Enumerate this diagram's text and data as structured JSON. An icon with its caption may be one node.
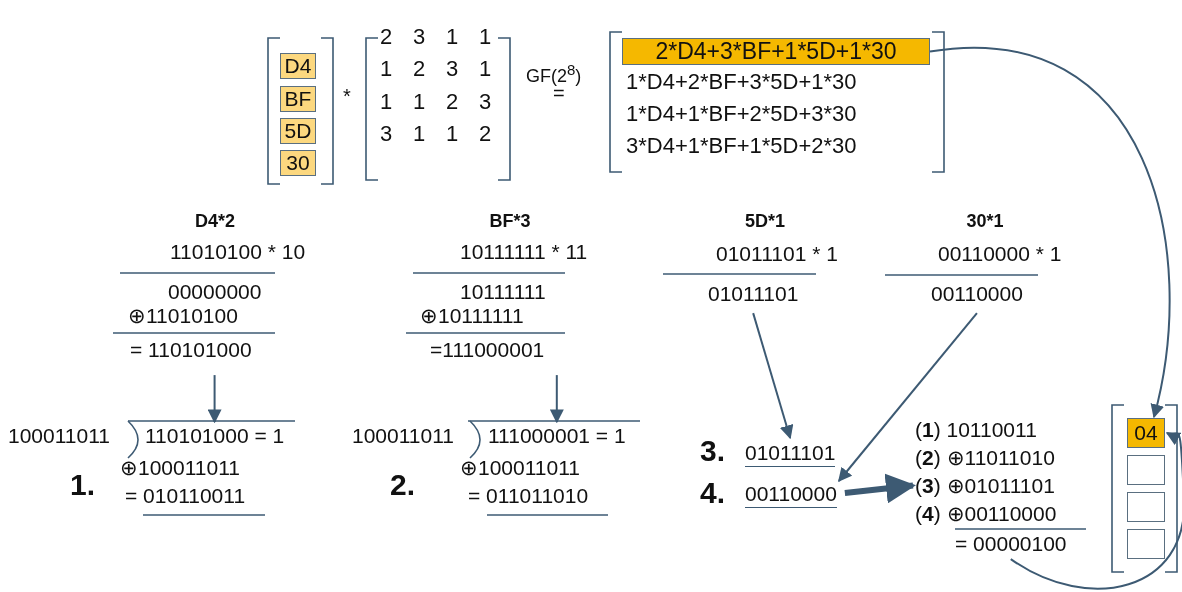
{
  "diagram": {
    "nodes": [
      {
        "text": [
          "D4"
        ]
      },
      {
        "text": [
          "BF"
        ]
      },
      {
        "text": [
          "5D"
        ]
      },
      {
        "text": [
          "30"
        ]
      },
      {
        "text": [
          "2*D4+3*BF+1*5D+1*30"
        ]
      },
      {
        "text": [
          "= 110101000"
        ]
      },
      {
        "text": [
          "110101000 = 1"
        ]
      },
      {
        "text": [
          "=111000001"
        ]
      },
      {
        "text": [
          "111000001 = 1"
        ]
      },
      {
        "text": [
          "01011101"
        ]
      },
      {
        "text": [
          "01011101"
        ]
      },
      {
        "text": [
          "00110000"
        ]
      },
      {
        "text": [
          "00110000"
        ]
      },
      {
        "text": [
          "(**3**) ⊕01011101"
        ]
      },
      {
        "text": [
          "= 00000100"
        ]
      },
      {
        "text": [
          "04"
        ]
      },
      {
        "text": [],
        "shape": "box"
      },
      {
        "text": [],
        "shape": "box"
      },
      {
        "text": [],
        "shape": "box"
      }
    ],
    "edges": [
      {
        "from": 4,
        "to": 15,
        "arrow": "to"
      },
      {
        "from": 5,
        "to": 6,
        "arrow": "to"
      },
      {
        "from": 7,
        "to": 8,
        "arrow": "to"
      },
      {
        "from": 9,
        "to": 10,
        "arrow": "to"
      },
      {
        "from": 11,
        "to": 12,
        "arrow": "to"
      },
      {
        "from": 12,
        "to": 13,
        "arrow": "to",
        "style": "thick"
      },
      {
        "from": 14,
        "to": 15,
        "arrow": "to"
      }
    ],
    "labels": [
      "*",
      "2",
      "3",
      "1",
      "1",
      "1",
      "2",
      "3",
      "1",
      "1",
      "1",
      "2",
      "3",
      "3",
      "1",
      "1",
      "2",
      "GF(2$^{8}$)",
      "=",
      "1*D4+2*BF+3*5D+1*30",
      "1*D4+1*BF+2*5D+3*30",
      "3*D4+1*BF+1*5D+2*30",
      "D4*2",
      "11010100 * 10",
      "00000000",
      "⊕11010100",
      "100011011",
      "1.",
      "⊕100011011",
      "= 010110011",
      "BF*3",
      "10111111 * 11",
      "10111111",
      "⊕10111111",
      "100011011",
      "2.",
      "⊕100011011",
      "= 011011010",
      "5D*1",
      "01011101 * 1",
      "30*1",
      "00110000 * 1",
      "3.",
      "4.",
      "(**1**) 10110011",
      "(**2**) ⊕11011010",
      "(**4**) ⊕00110000"
    ]
  }
}
